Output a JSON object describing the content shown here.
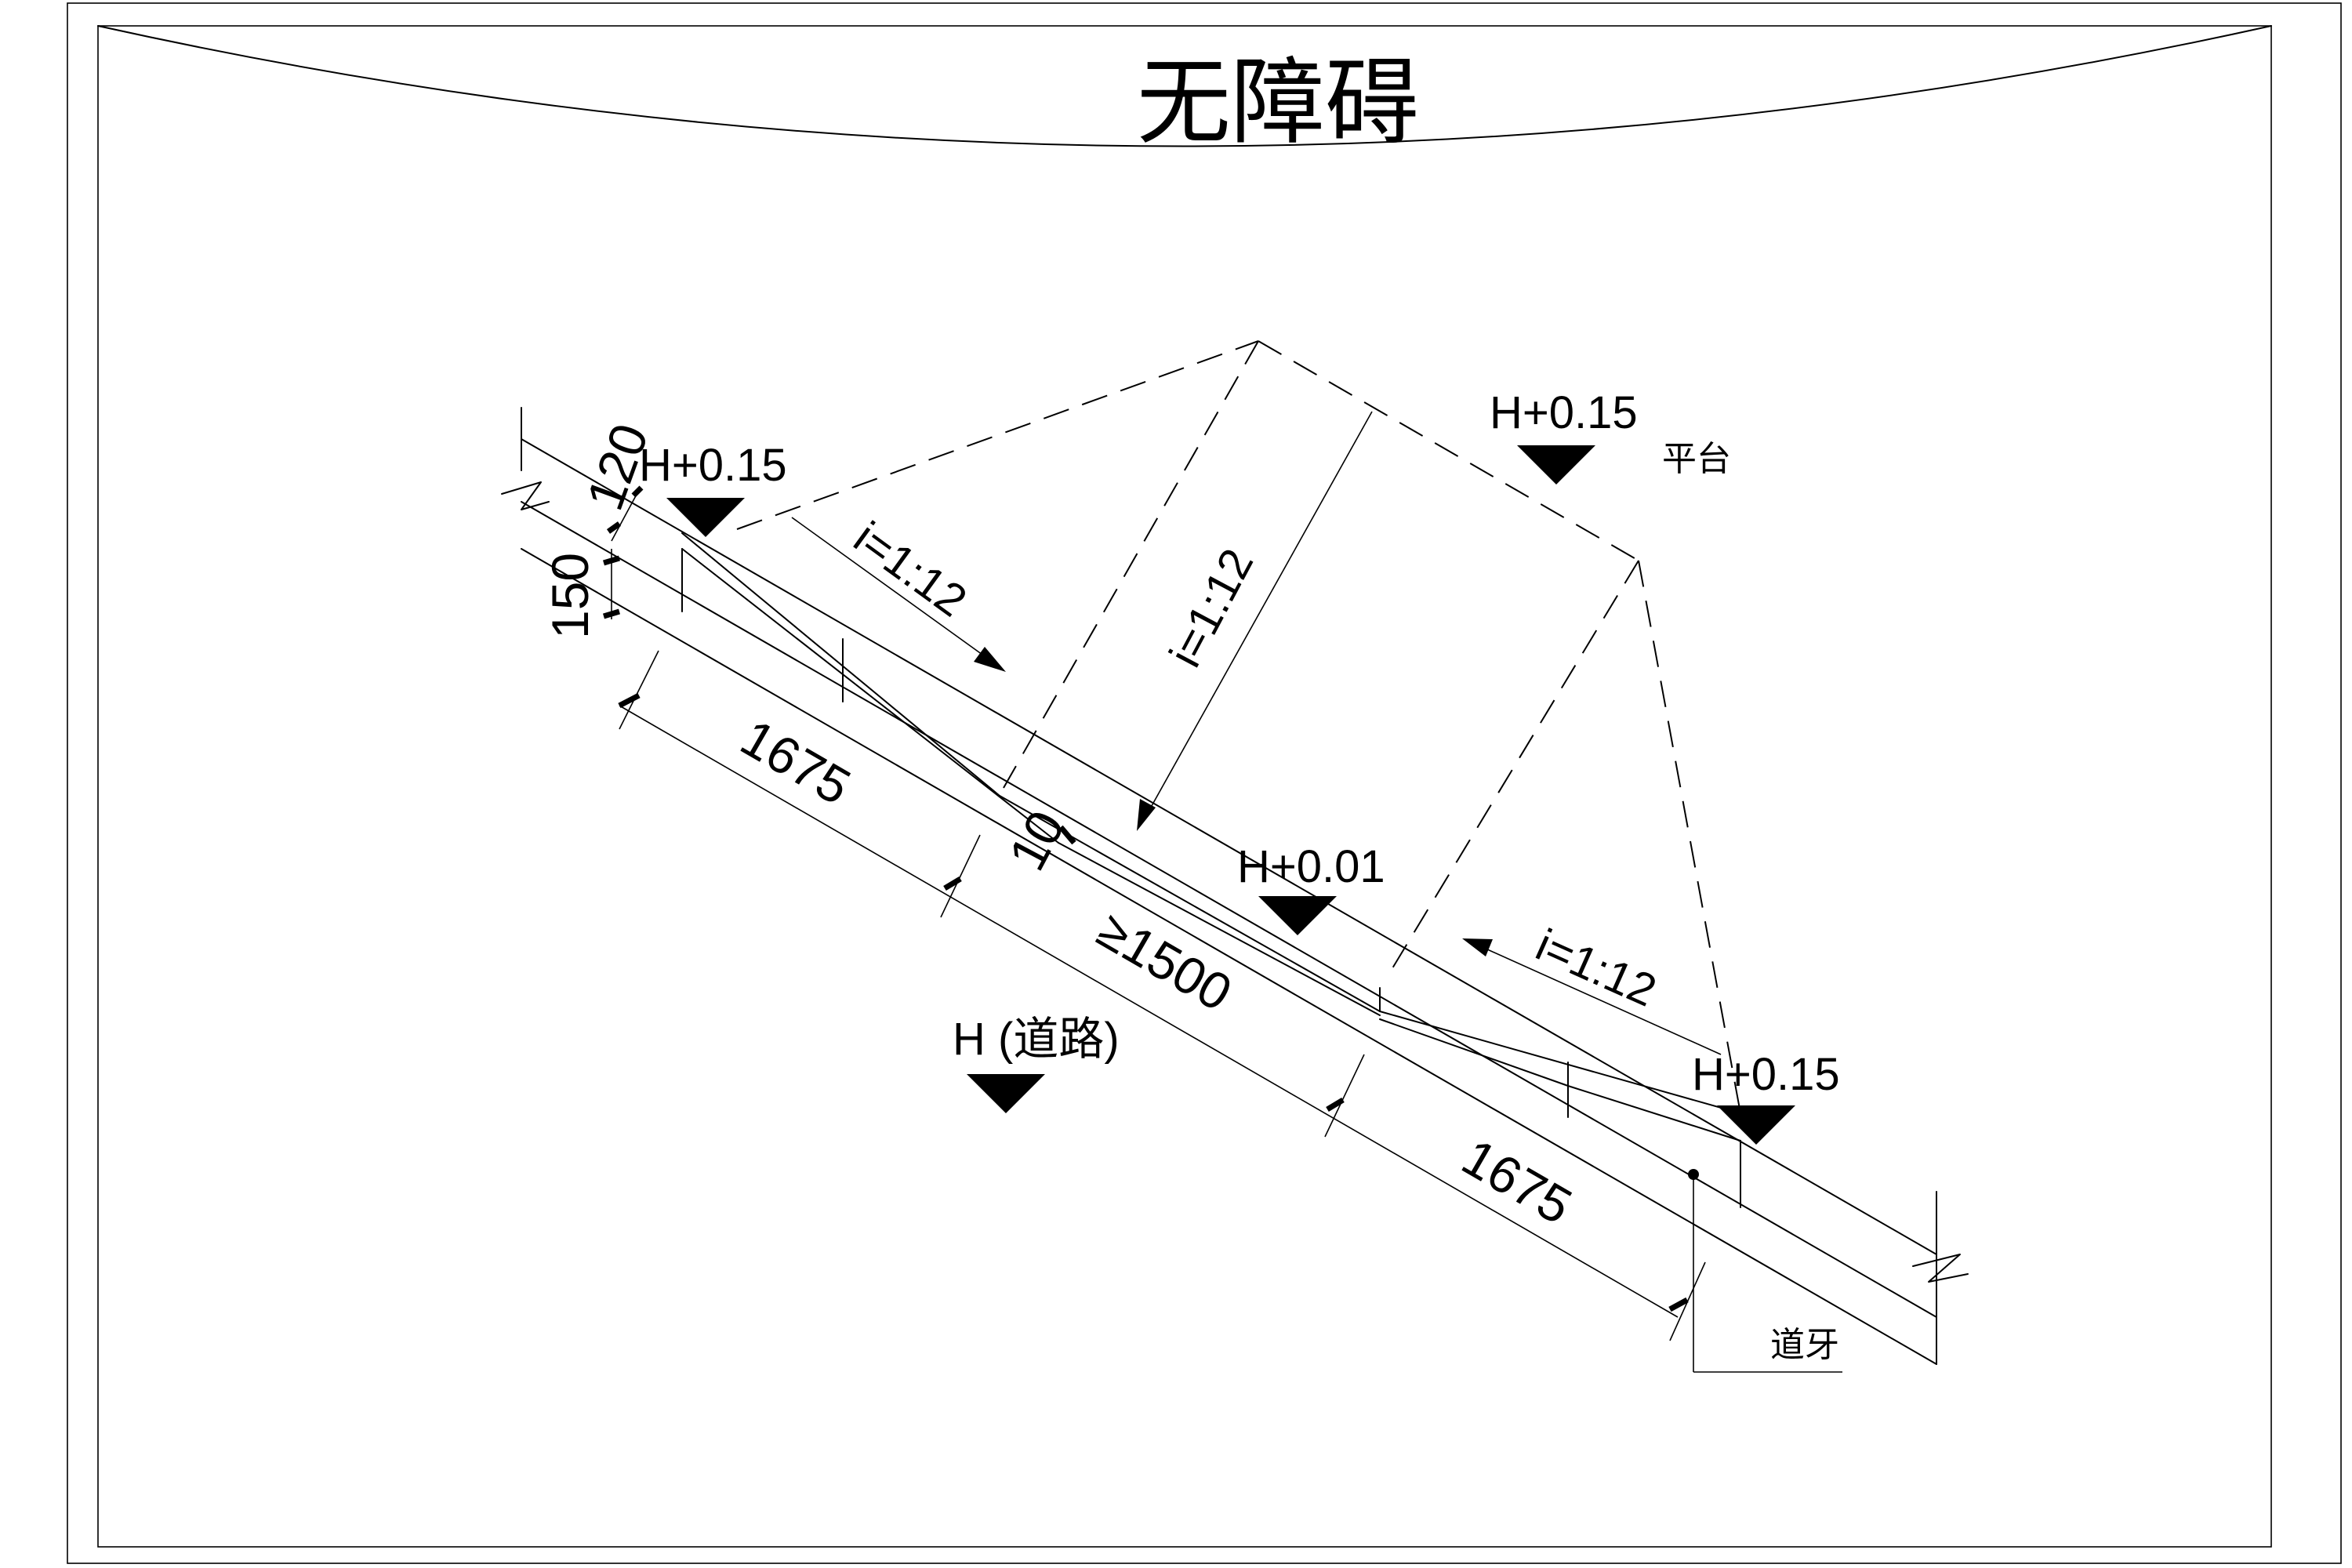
{
  "title": "无障碍",
  "elevations": {
    "top_left": "H+0.15",
    "platform": "H+0.15",
    "platform_note": "平台",
    "middle": "H+0.01",
    "road": "H (道路)",
    "bottom_right": "H+0.15"
  },
  "slopes": {
    "left": "i=1:12",
    "center": "i=1:12",
    "right": "i=1:12"
  },
  "dimensions": {
    "d120": "120",
    "d150": "150",
    "d1675_left": "1675",
    "d10": "10",
    "d1500": "≥1500",
    "d1675_right": "1675"
  },
  "notes": {
    "curb": "道牙"
  }
}
